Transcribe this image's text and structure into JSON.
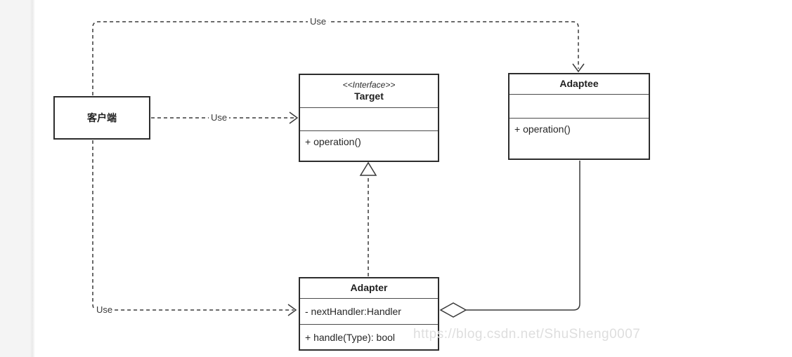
{
  "diagram_type": "uml-class-diagram-adapter-pattern",
  "colors": {
    "background": "#ffffff",
    "side_strip": "#f4f4f4",
    "box_border": "#2d2d2d",
    "line": "#3a3a3a",
    "watermark": "#dedede"
  },
  "classes": {
    "client": {
      "title": "客户端"
    },
    "target": {
      "stereotype": "<<Interface>>",
      "title": "Target",
      "attributes": [],
      "methods": [
        "+ operation()"
      ]
    },
    "adaptee": {
      "title": "Adaptee",
      "attributes": [],
      "methods": [
        "+ operation()"
      ]
    },
    "adapter": {
      "title": "Adapter",
      "attributes": [
        "- nextHandler:Handler"
      ],
      "methods": [
        "+ handle(Type): bool"
      ]
    }
  },
  "edges": {
    "client_to_adaptee_label": "Use",
    "client_to_target_label": "Use",
    "client_to_adapter_label": "Use",
    "adapter_to_target": "realization",
    "adapter_to_adaptee": "aggregation"
  },
  "watermark": "https://blog.csdn.net/ShuSheng0007"
}
